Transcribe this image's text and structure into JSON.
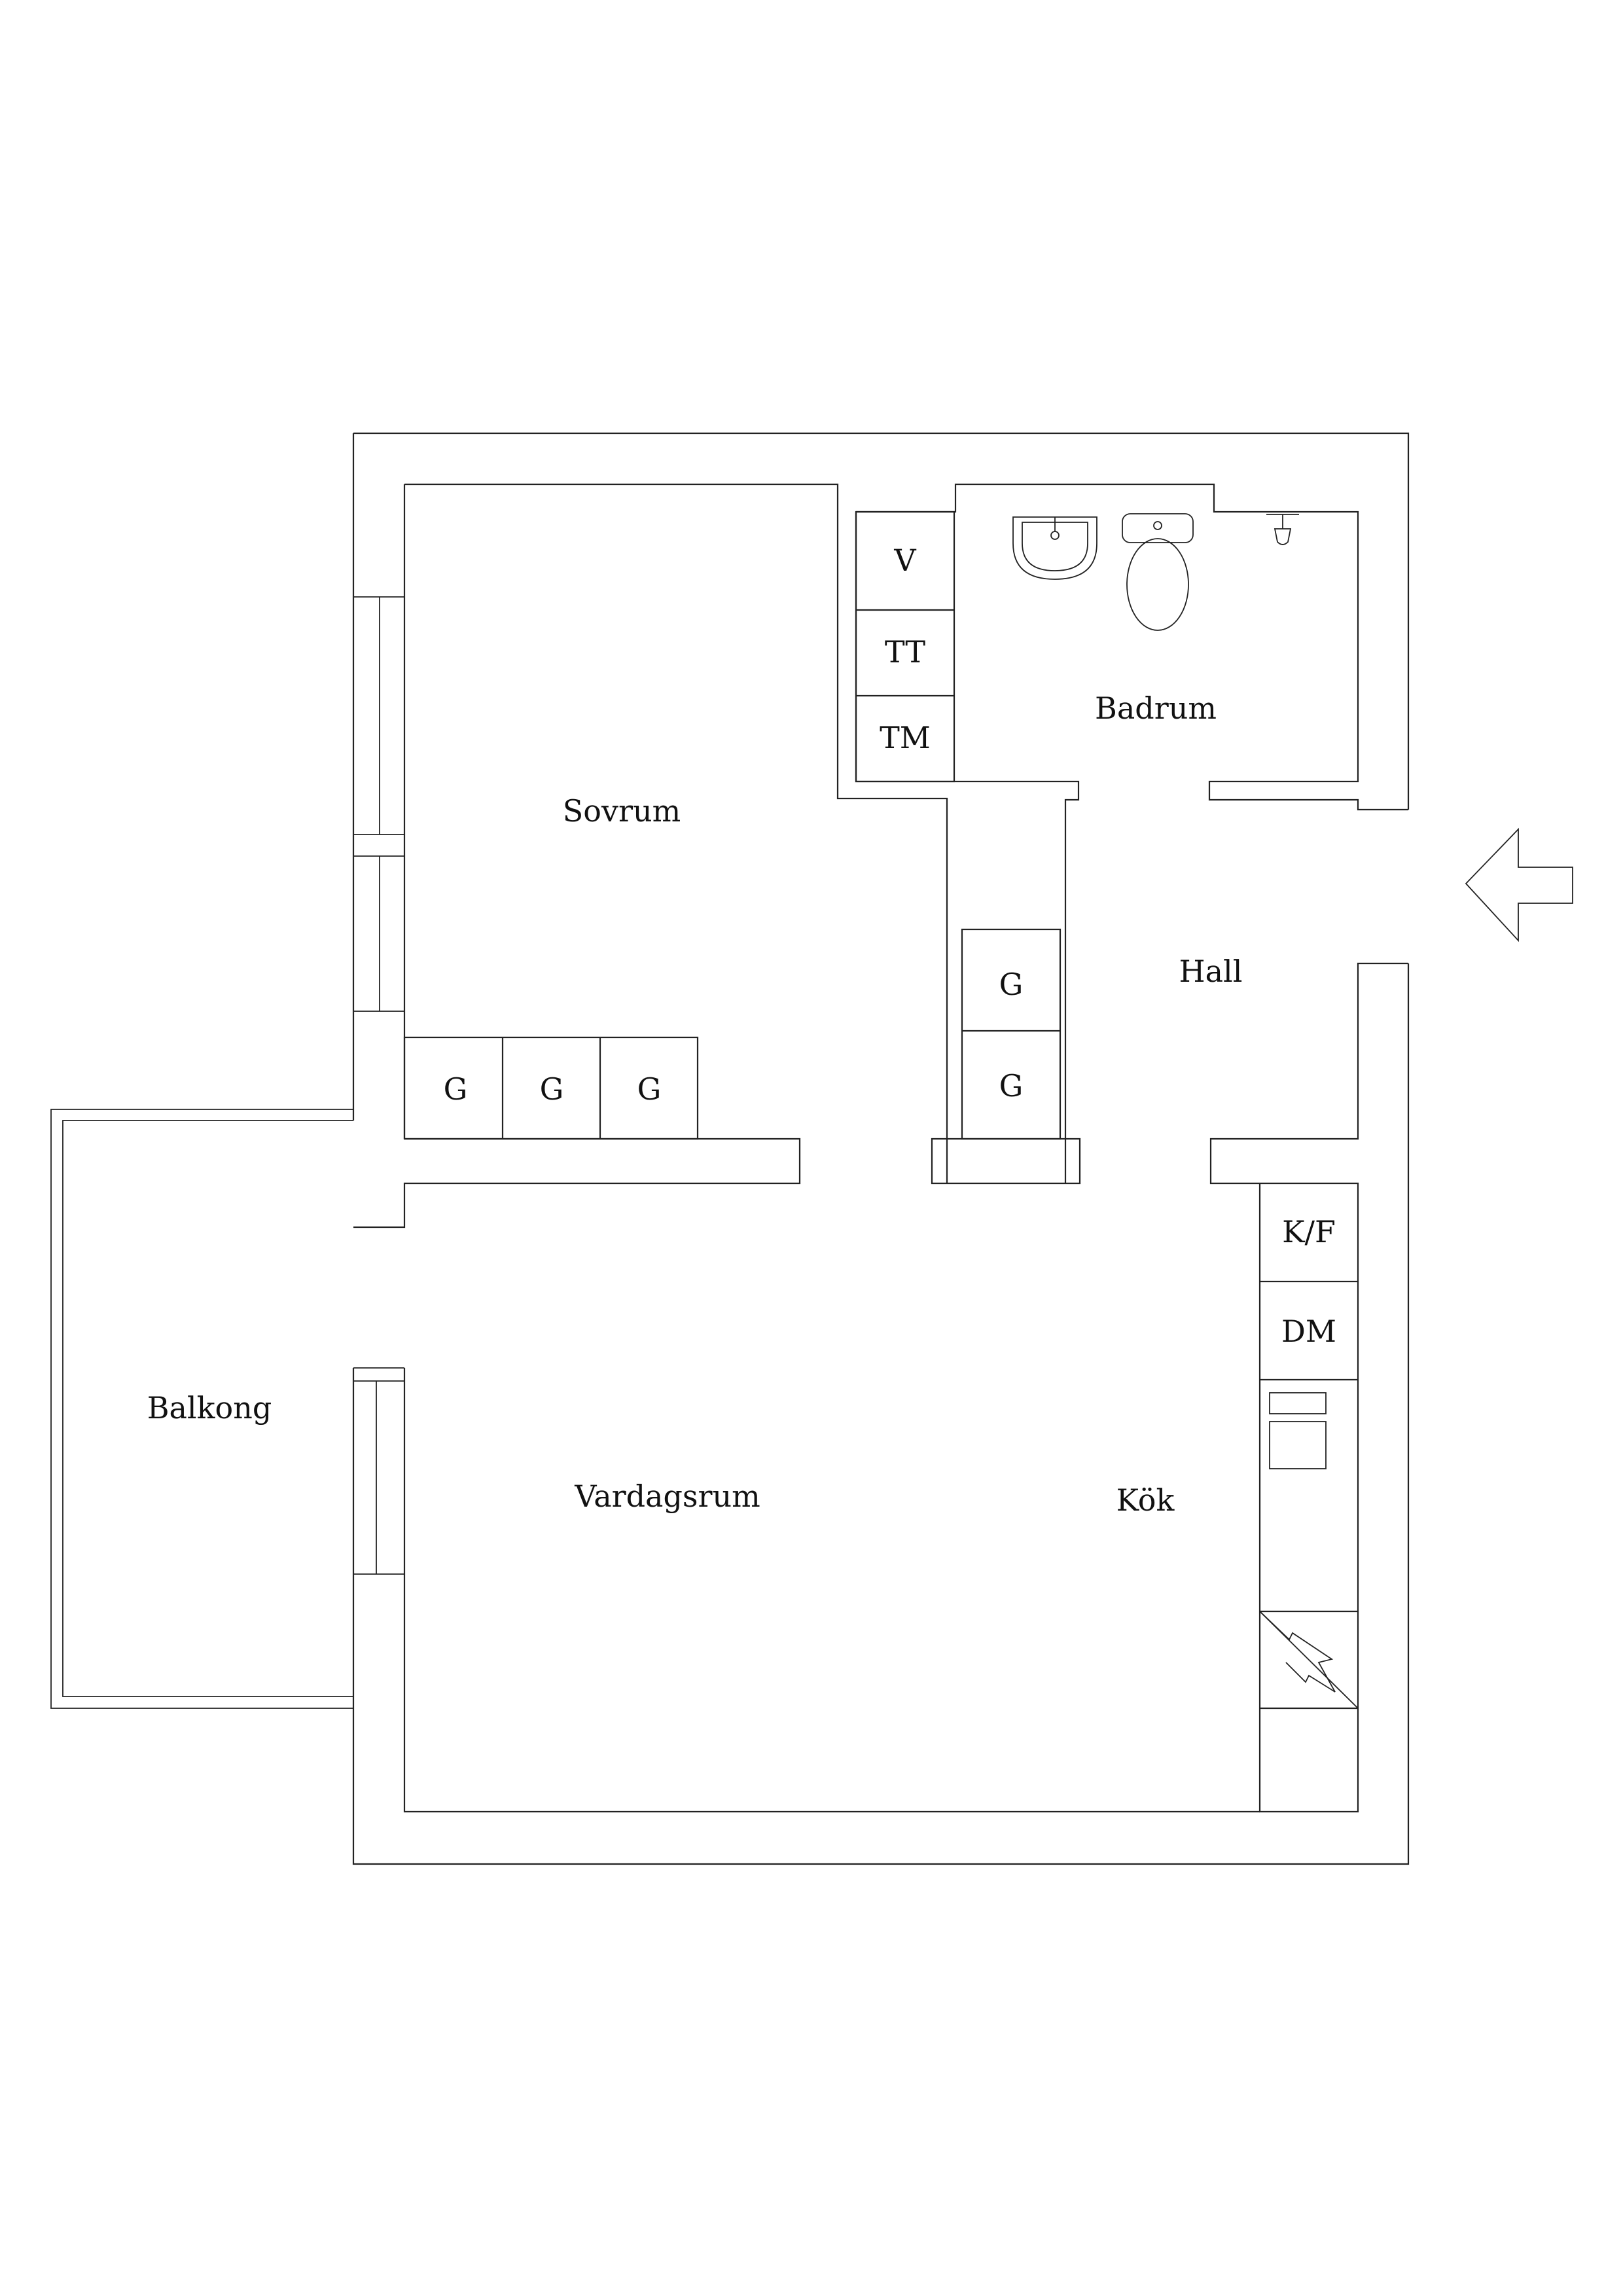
{
  "colors": {
    "line": "#222222",
    "background": "#ffffff"
  },
  "rooms": {
    "sovrum": "Sovrum",
    "badrum": "Badrum",
    "hall": "Hall",
    "balkong": "Balkong",
    "vardagsrum": "Vardagsrum",
    "kok": "Kök"
  },
  "cabinets": {
    "bath_v": "V",
    "bath_tt": "TT",
    "bath_tm": "TM",
    "bed_1": "G",
    "bed_2": "G",
    "bed_3": "G",
    "hall_1": "G",
    "hall_2": "G",
    "kitchen_kf": "K/F",
    "kitchen_dm": "DM"
  },
  "icons": {
    "entrance": "entrance-arrow-icon",
    "sink": "sink-icon",
    "toilet": "toilet-icon",
    "shower": "shower-icon",
    "stove": "stove-icon",
    "electrical": "electrical-panel-icon"
  }
}
